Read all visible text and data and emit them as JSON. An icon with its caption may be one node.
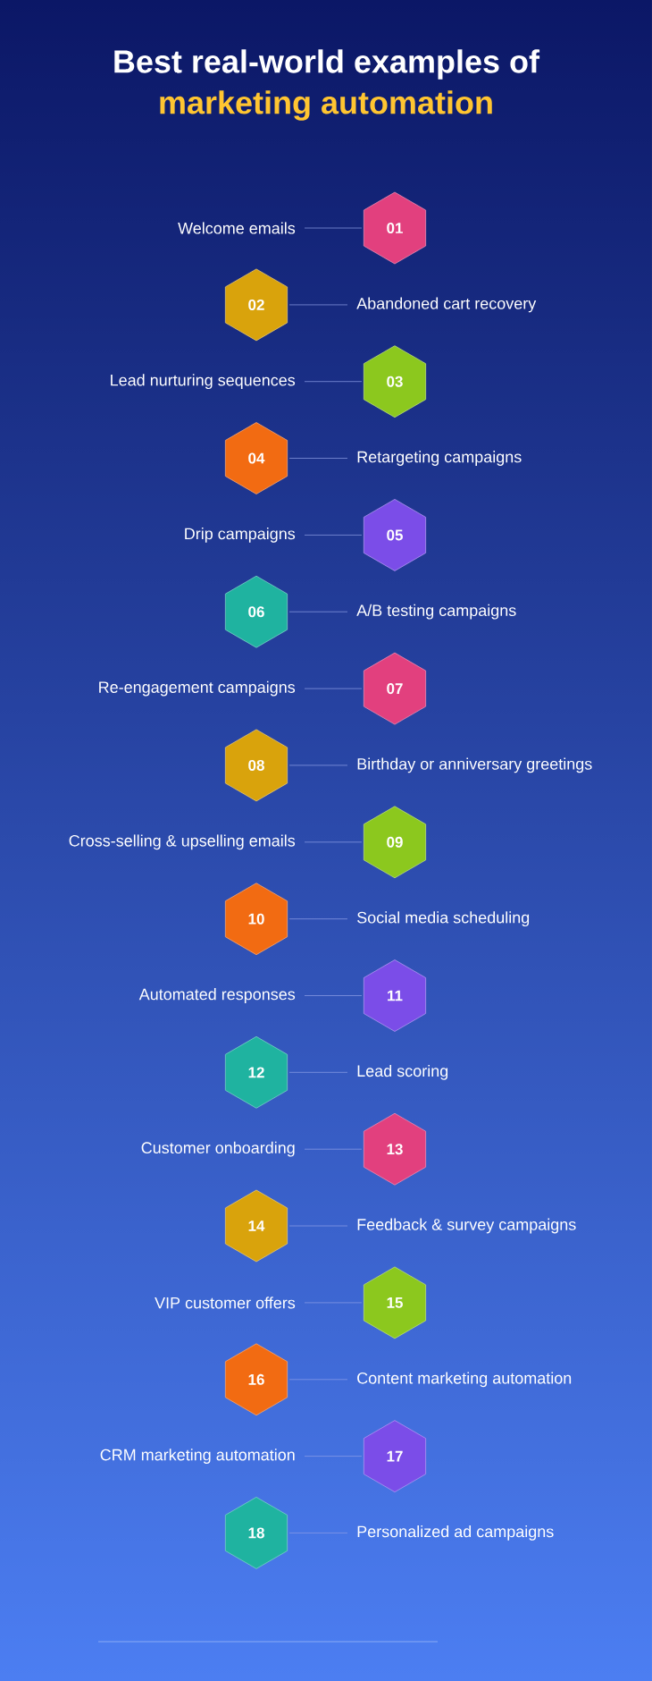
{
  "diagram": {
    "title": "Best real-world examples of",
    "labels": [
      "marketing automation"
    ],
    "nodes": [
      {
        "text": [
          "Welcome emails"
        ]
      },
      {
        "text": [
          "01"
        ]
      },
      {
        "text": [
          "02"
        ]
      },
      {
        "text": [
          "Abandoned cart recovery"
        ]
      },
      {
        "text": [
          "Lead nurturing sequences"
        ]
      },
      {
        "text": [
          "03"
        ]
      },
      {
        "text": [
          "04"
        ]
      },
      {
        "text": [
          "Retargeting campaigns"
        ]
      },
      {
        "text": [
          "Drip campaigns"
        ]
      },
      {
        "text": [
          "05"
        ]
      },
      {
        "text": [
          "06"
        ]
      },
      {
        "text": [
          "A/B testing campaigns"
        ]
      },
      {
        "text": [
          "Re-engagement campaigns"
        ]
      },
      {
        "text": [
          "07"
        ]
      },
      {
        "text": [
          "08"
        ]
      },
      {
        "text": [
          "Birthday or anniversary greetings"
        ]
      },
      {
        "text": [
          "Cross-selling & upselling emails"
        ]
      },
      {
        "text": [
          "09"
        ]
      },
      {
        "text": [
          "10"
        ]
      },
      {
        "text": [
          "Social media scheduling"
        ]
      },
      {
        "text": [
          "Automated responses"
        ]
      },
      {
        "text": [
          "11"
        ]
      },
      {
        "text": [
          "12"
        ]
      },
      {
        "text": [
          "Lead scoring"
        ]
      },
      {
        "text": [
          "Customer onboarding"
        ]
      },
      {
        "text": [
          "13"
        ]
      },
      {
        "text": [
          "14"
        ]
      },
      {
        "text": [
          "Feedback & survey campaigns"
        ]
      },
      {
        "text": [
          "VIP customer offers"
        ]
      },
      {
        "text": [
          "15"
        ]
      },
      {
        "text": [
          "16"
        ]
      },
      {
        "text": [
          "Content marketing automation"
        ]
      },
      {
        "text": [
          "CRM marketing automation"
        ]
      },
      {
        "text": [
          "17"
        ]
      },
      {
        "text": [
          "18"
        ]
      },
      {
        "text": [
          "Personalized ad campaigns"
        ]
      }
    ],
    "edges": [
      {
        "from": 0,
        "to": 1,
        "arrow": "none"
      },
      {
        "from": 3,
        "to": 2,
        "arrow": "none"
      },
      {
        "from": 4,
        "to": 5,
        "arrow": "none"
      },
      {
        "from": 7,
        "to": 6,
        "arrow": "none"
      },
      {
        "from": 8,
        "to": 9,
        "arrow": "none"
      },
      {
        "from": 11,
        "to": 10,
        "arrow": "none"
      },
      {
        "from": 12,
        "to": 13,
        "arrow": "none"
      },
      {
        "from": 15,
        "to": 14,
        "arrow": "none"
      },
      {
        "from": 16,
        "to": 17,
        "arrow": "none"
      },
      {
        "from": 19,
        "to": 18,
        "arrow": "none"
      },
      {
        "from": 20,
        "to": 21,
        "arrow": "none"
      },
      {
        "from": 23,
        "to": 22,
        "arrow": "none"
      },
      {
        "from": 24,
        "to": 25,
        "arrow": "none"
      },
      {
        "from": 27,
        "to": 26,
        "arrow": "none"
      },
      {
        "from": 28,
        "to": 29,
        "arrow": "none"
      },
      {
        "from": 31,
        "to": 30,
        "arrow": "none"
      },
      {
        "from": 32,
        "to": 33,
        "arrow": "none"
      },
      {
        "from": 35,
        "to": 34,
        "arrow": "none"
      }
    ]
  }
}
